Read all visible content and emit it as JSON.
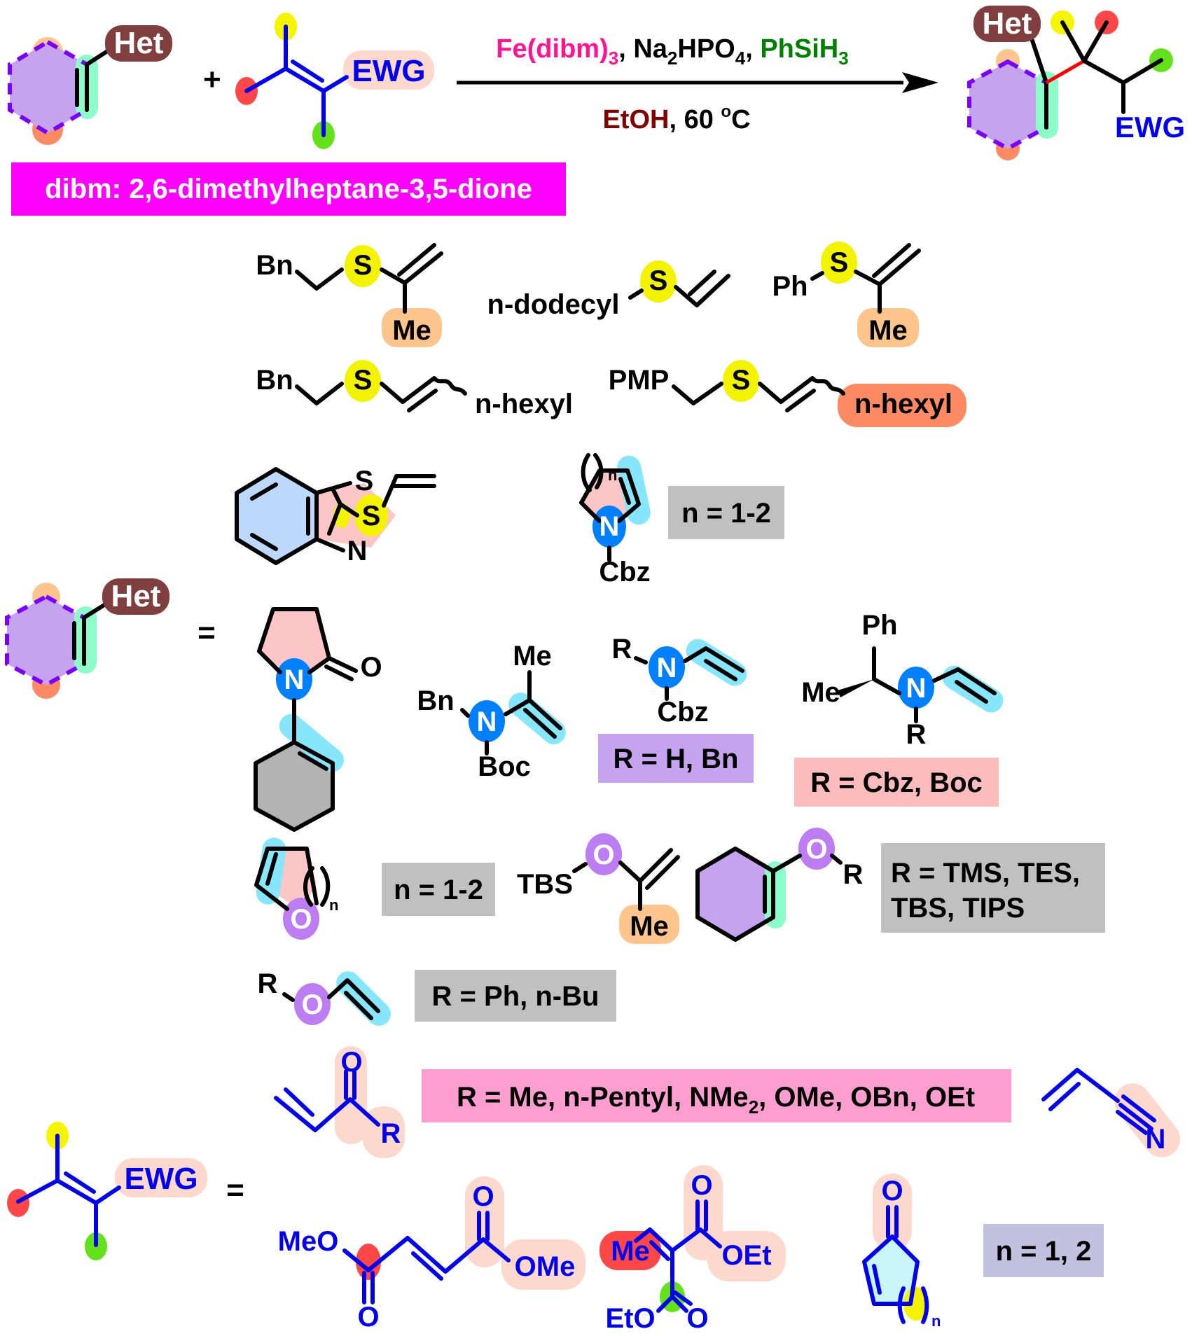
{
  "title": "Fe-catalyzed hydroalkylation scheme",
  "colors": {
    "het_badge": "#7f3f3f",
    "ring_fill": "#c5a3ef",
    "ring_dash": "#7a00ff",
    "alkene_highlight": "#8cfdc9",
    "top_dot": "#fdc58c",
    "bottom_dot": "#fe8a63",
    "yellow_dot": "#f5f500",
    "red_dot": "#ff4747",
    "green_dot": "#63e21a",
    "ewg_highlight": "#fcd9cc",
    "dibm_banner": "#ff00ff",
    "reagent_pink": "#ff1493",
    "reagent_green": "#008000",
    "solvent_brown": "#800000",
    "new_bond": "#ff0000",
    "ewg_blue": "#0000ee",
    "sulfur": "#f3f300",
    "nitrogen": "#0080ff",
    "oxygen": "#bc7df2",
    "cyan_highlight": "#86e6fb",
    "note_gray": "#c0c0c0",
    "note_purple": "#c5a3ef",
    "note_pink": "#fdbcbc",
    "note_magenta": "#fe9ed0",
    "note_lavender": "#c2c2e0"
  },
  "reaction": {
    "reactant1_label": "Het",
    "plus": "+",
    "reactant2_label": "EWG",
    "reagents": {
      "catalyst": "Fe(dibm)",
      "catalyst_sub": "3",
      "sep1": ", ",
      "base": "Na",
      "base_sub1": "2",
      "base_mid": "HPO",
      "base_sub2": "4",
      "sep2": ", ",
      "silane": "PhSiH",
      "silane_sub": "3"
    },
    "conditions": {
      "solvent": "EtOH",
      "sep": ", 60 ",
      "degree": "o",
      "unit": "C"
    },
    "product_het": "Het",
    "product_ewg": "EWG",
    "dibm_note": "dibm: 2,6-dimethylheptane-3,5-dione"
  },
  "het_alkenes": {
    "equals": "=",
    "label": "Het",
    "sulfur_row1": [
      {
        "left": "Bn",
        "atom": "S",
        "sub": "Me"
      },
      {
        "left": "n-dodecyl",
        "atom": "S"
      },
      {
        "left": "Ph",
        "atom": "S",
        "sub": "Me"
      }
    ],
    "sulfur_row2": [
      {
        "left": "Bn",
        "atom": "S",
        "right": "n-hexyl"
      },
      {
        "left": "PMP",
        "atom": "S",
        "right": "n-hexyl"
      }
    ],
    "heterocycles": {
      "benzothiazole_s": "S",
      "benzothiazole_n": "N",
      "vinyl_s": "S",
      "enamine_n": "N",
      "enamine_sub": "n",
      "enamine_pg": "Cbz",
      "note": "n = 1-2"
    },
    "nitrogen_row": {
      "lactam_n": "N",
      "lactam_o": "O",
      "boc_me": "Me",
      "boc_bn": "Bn",
      "boc_n": "N",
      "boc_pg": "Boc",
      "cbz_r": "R",
      "cbz_n": "N",
      "cbz_pg": "Cbz",
      "note1": "R = H, Bn",
      "chiral_ph": "Ph",
      "chiral_me": "Me",
      "chiral_n": "N",
      "chiral_r": "R",
      "note2": "R = Cbz, Boc"
    },
    "oxygen_row": {
      "dhf_o": "O",
      "dhf_sub": "n",
      "note1": "n = 1-2",
      "tbs": "TBS",
      "tbs_o": "O",
      "tbs_me": "Me",
      "silyl_o": "O",
      "silyl_r": "R",
      "note2_line1": "R = TMS, TES,",
      "note2_line2": "TBS, TIPS",
      "vinyl_r": "R",
      "vinyl_o": "O",
      "note3": "R = Ph, n-Bu"
    }
  },
  "ewg_alkenes": {
    "equals": "=",
    "label": "EWG",
    "enone_o": "O",
    "enone_r": "R",
    "enone_note_a": "R = Me, n-Pentyl, NMe",
    "enone_note_sub": "2",
    "enone_note_b": ", OMe, OBn, OEt",
    "nitrile_n": "N",
    "fumarate_meo": "MeO",
    "fumarate_o1": "O",
    "fumarate_o2": "O",
    "fumarate_ome": "OMe",
    "malonate_me": "Me",
    "malonate_o1": "O",
    "malonate_oet": "OEt",
    "malonate_eto": "EtO",
    "malonate_o2": "O",
    "enone_ring_o": "O",
    "enone_ring_sub": "n",
    "ring_note": "n = 1, 2"
  }
}
